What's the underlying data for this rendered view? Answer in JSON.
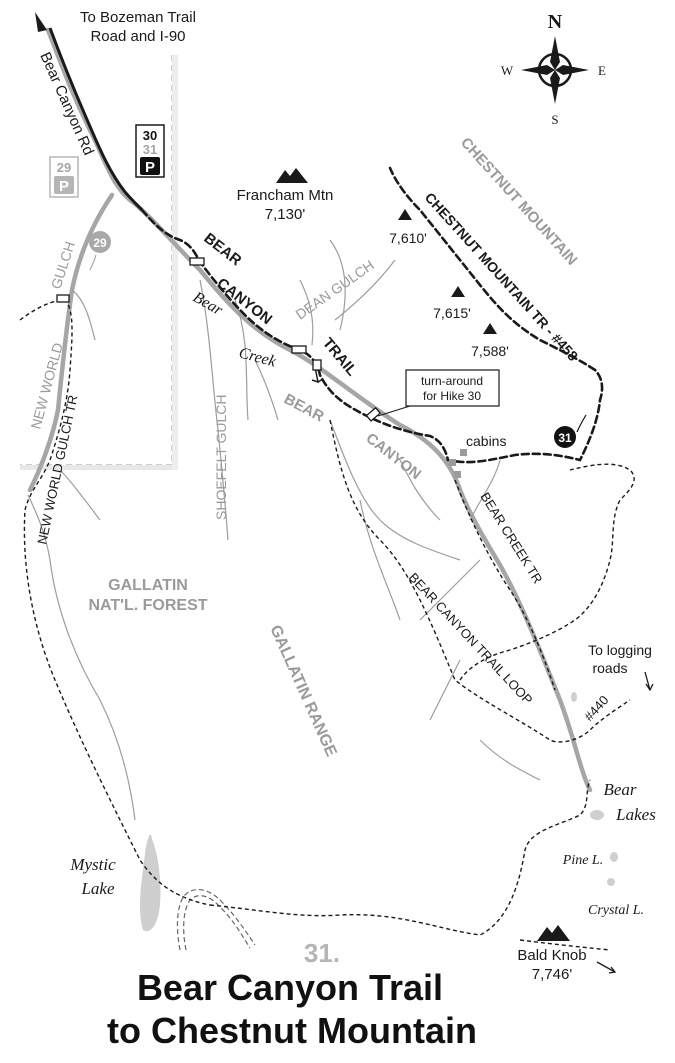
{
  "map": {
    "hike_number": "31.",
    "title_line1": "Bear Canyon Trail",
    "title_line2": "to Chestnut Mountain",
    "compass": {
      "n": "N",
      "s": "S",
      "e": "E",
      "w": "W"
    },
    "road_note_line1": "To Bozeman Trail",
    "road_note_line2": "Road and I-90",
    "road_name": "Bear Canyon Rd",
    "trailhead_markers": {
      "hike_30": "30",
      "hike_31": "31",
      "hike_29": "29",
      "parking": "P"
    },
    "hike_29_marker": "29",
    "hike_31_marker": "31",
    "peaks": {
      "francham_name": "Francham Mtn",
      "francham_elev": "7,130'",
      "peak_7610": "7,610'",
      "peak_7615": "7,615'",
      "peak_7588": "7,588'",
      "bald_knob_name": "Bald Knob",
      "bald_knob_elev": "7,746'"
    },
    "trail_labels": {
      "bear_canyon_trail_1": "BEAR",
      "bear_canyon_trail_2": "CANYON",
      "bear_canyon_trail_3": "TRAIL",
      "chestnut_tr": "CHESTNUT MOUNTAIN TR - #458",
      "new_world_gulch_tr": "NEW WORLD GULCH TR",
      "bear_creek_tr": "BEAR CREEK TR",
      "bear_canyon_loop": "BEAR CANYON TRAIL LOOP",
      "loop_number": "#440"
    },
    "area_labels": {
      "chestnut_mountain": "CHESTNUT MOUNTAIN",
      "dean_gulch": "DEAN GULCH",
      "bear_canyon_1": "BEAR",
      "bear_canyon_2": "CANYON",
      "shoefelt_gulch": "SHOEFELT GULCH",
      "new_world_gulch_1": "NEW WORLD",
      "new_world_gulch_2": "GULCH",
      "gallatin_forest_1": "GALLATIN",
      "gallatin_forest_2": "NAT'L. FOREST",
      "gallatin_range": "GALLATIN RANGE"
    },
    "water_labels": {
      "bear_creek_1": "Bear",
      "bear_creek_2": "Creek",
      "mystic_lake_1": "Mystic",
      "mystic_lake_2": "Lake",
      "bear_lakes_1": "Bear",
      "bear_lakes_2": "Lakes",
      "pine_lake": "Pine L.",
      "crystal_lake": "Crystal L."
    },
    "notes": {
      "turnaround_1": "turn-around",
      "turnaround_2": "for Hike 30",
      "cabins": "cabins",
      "logging_1": "To logging",
      "logging_2": "roads"
    }
  }
}
